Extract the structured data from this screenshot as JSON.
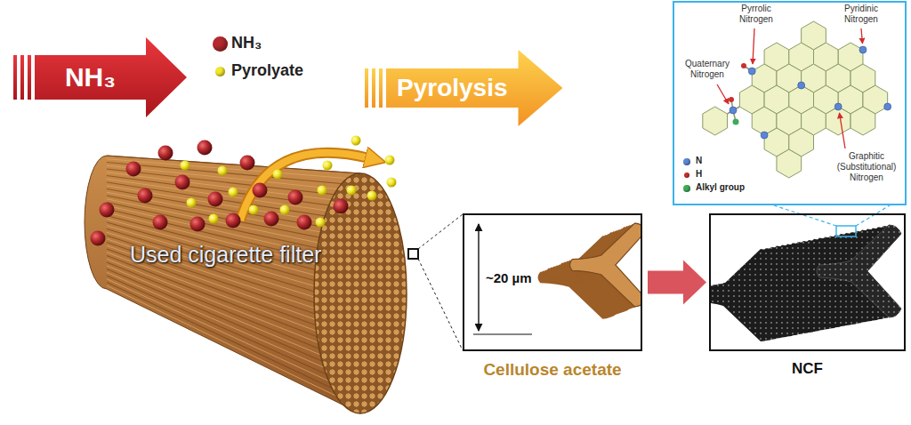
{
  "diagram": {
    "nodes": [
      {
        "text": [
          "NH₃"
        ]
      },
      {
        "text": [
          "Pyrolysis"
        ]
      },
      {
        "text": [
          "~20 µm",
          "Cellulose acetate"
        ]
      },
      {
        "text": [
          "NCF"
        ]
      }
    ],
    "edges": [
      {
        "from": 2,
        "to": 3,
        "arrow": "to"
      }
    ],
    "labels": [
      "Used cigarette filter",
      "Pyrrolic Nitrogen",
      "Pyridinic Nitrogen",
      "Quaternary Nitrogen",
      "Graphitic (Substitutional) Nitrogen"
    ],
    "legend": [
      {
        "text": "NH₃",
        "color": "#b52a2e"
      },
      {
        "text": "Pyrolyate",
        "color": "#f2e82a"
      },
      {
        "text": "N",
        "color": "#5b86d6"
      },
      {
        "text": "H",
        "color": "#c9302c"
      },
      {
        "text": "Alkyl group",
        "color": "#3faa5a"
      }
    ]
  }
}
